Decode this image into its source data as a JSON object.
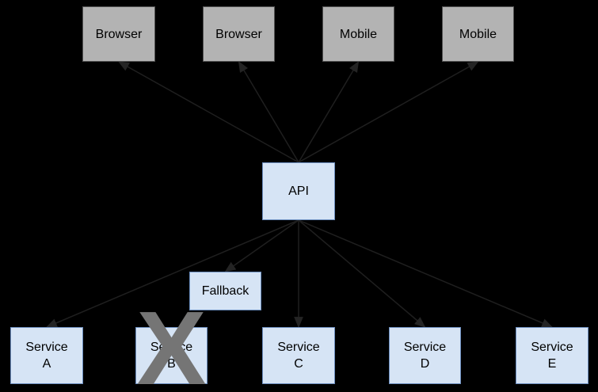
{
  "diagram": {
    "background_color": "#000000",
    "colors": {
      "client_fill": "#b3b3b3",
      "client_stroke": "#525252",
      "service_fill": "#d6e4f5",
      "service_stroke": "#6c8ebf",
      "edge_line": "#1f1f1f",
      "crossout": "#757575",
      "text": "#000000"
    },
    "nodes": [
      {
        "id": "browser-1",
        "label": "Browser",
        "kind": "client"
      },
      {
        "id": "browser-2",
        "label": "Browser",
        "kind": "client"
      },
      {
        "id": "mobile-1",
        "label": "Mobile",
        "kind": "client"
      },
      {
        "id": "mobile-2",
        "label": "Mobile",
        "kind": "client"
      },
      {
        "id": "api",
        "label": "API",
        "kind": "api"
      },
      {
        "id": "fallback",
        "label": "Fallback",
        "kind": "fallback"
      },
      {
        "id": "service-a",
        "label": "Service\nA",
        "kind": "service"
      },
      {
        "id": "service-b",
        "label": "Service\nB",
        "kind": "service"
      },
      {
        "id": "service-c",
        "label": "Service\nC",
        "kind": "service"
      },
      {
        "id": "service-d",
        "label": "Service\nD",
        "kind": "service"
      },
      {
        "id": "service-e",
        "label": "Service\nE",
        "kind": "service"
      }
    ],
    "edges": [
      {
        "from": "api",
        "to": "browser-1"
      },
      {
        "from": "api",
        "to": "browser-2"
      },
      {
        "from": "api",
        "to": "mobile-1"
      },
      {
        "from": "api",
        "to": "mobile-2"
      },
      {
        "from": "api",
        "to": "service-a"
      },
      {
        "from": "api",
        "to": "fallback"
      },
      {
        "from": "api",
        "to": "service-c"
      },
      {
        "from": "api",
        "to": "service-d"
      },
      {
        "from": "api",
        "to": "service-e"
      }
    ],
    "crossout": {
      "target": "service-b",
      "symbol": "X"
    }
  }
}
